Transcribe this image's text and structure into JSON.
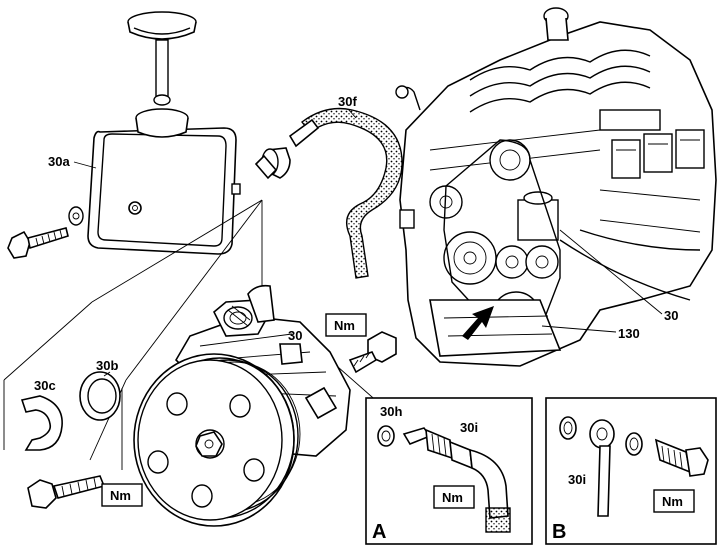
{
  "callouts": {
    "reservoir": "30a",
    "hose": "30f",
    "pump": "30",
    "oring": "30b",
    "clip": "30c",
    "seal_ring": "30h",
    "fitting": "30i",
    "engine_pump": "30",
    "belt": "130"
  },
  "torque_label": "Nm",
  "detail_a": {
    "letter": "A",
    "fitting": "30i"
  },
  "detail_b": {
    "letter": "B",
    "fitting": "30i"
  },
  "colors": {
    "ink": "#000000",
    "paper": "#ffffff"
  },
  "icons": [
    "torque-badge-icon",
    "arrow-indicator-icon"
  ]
}
